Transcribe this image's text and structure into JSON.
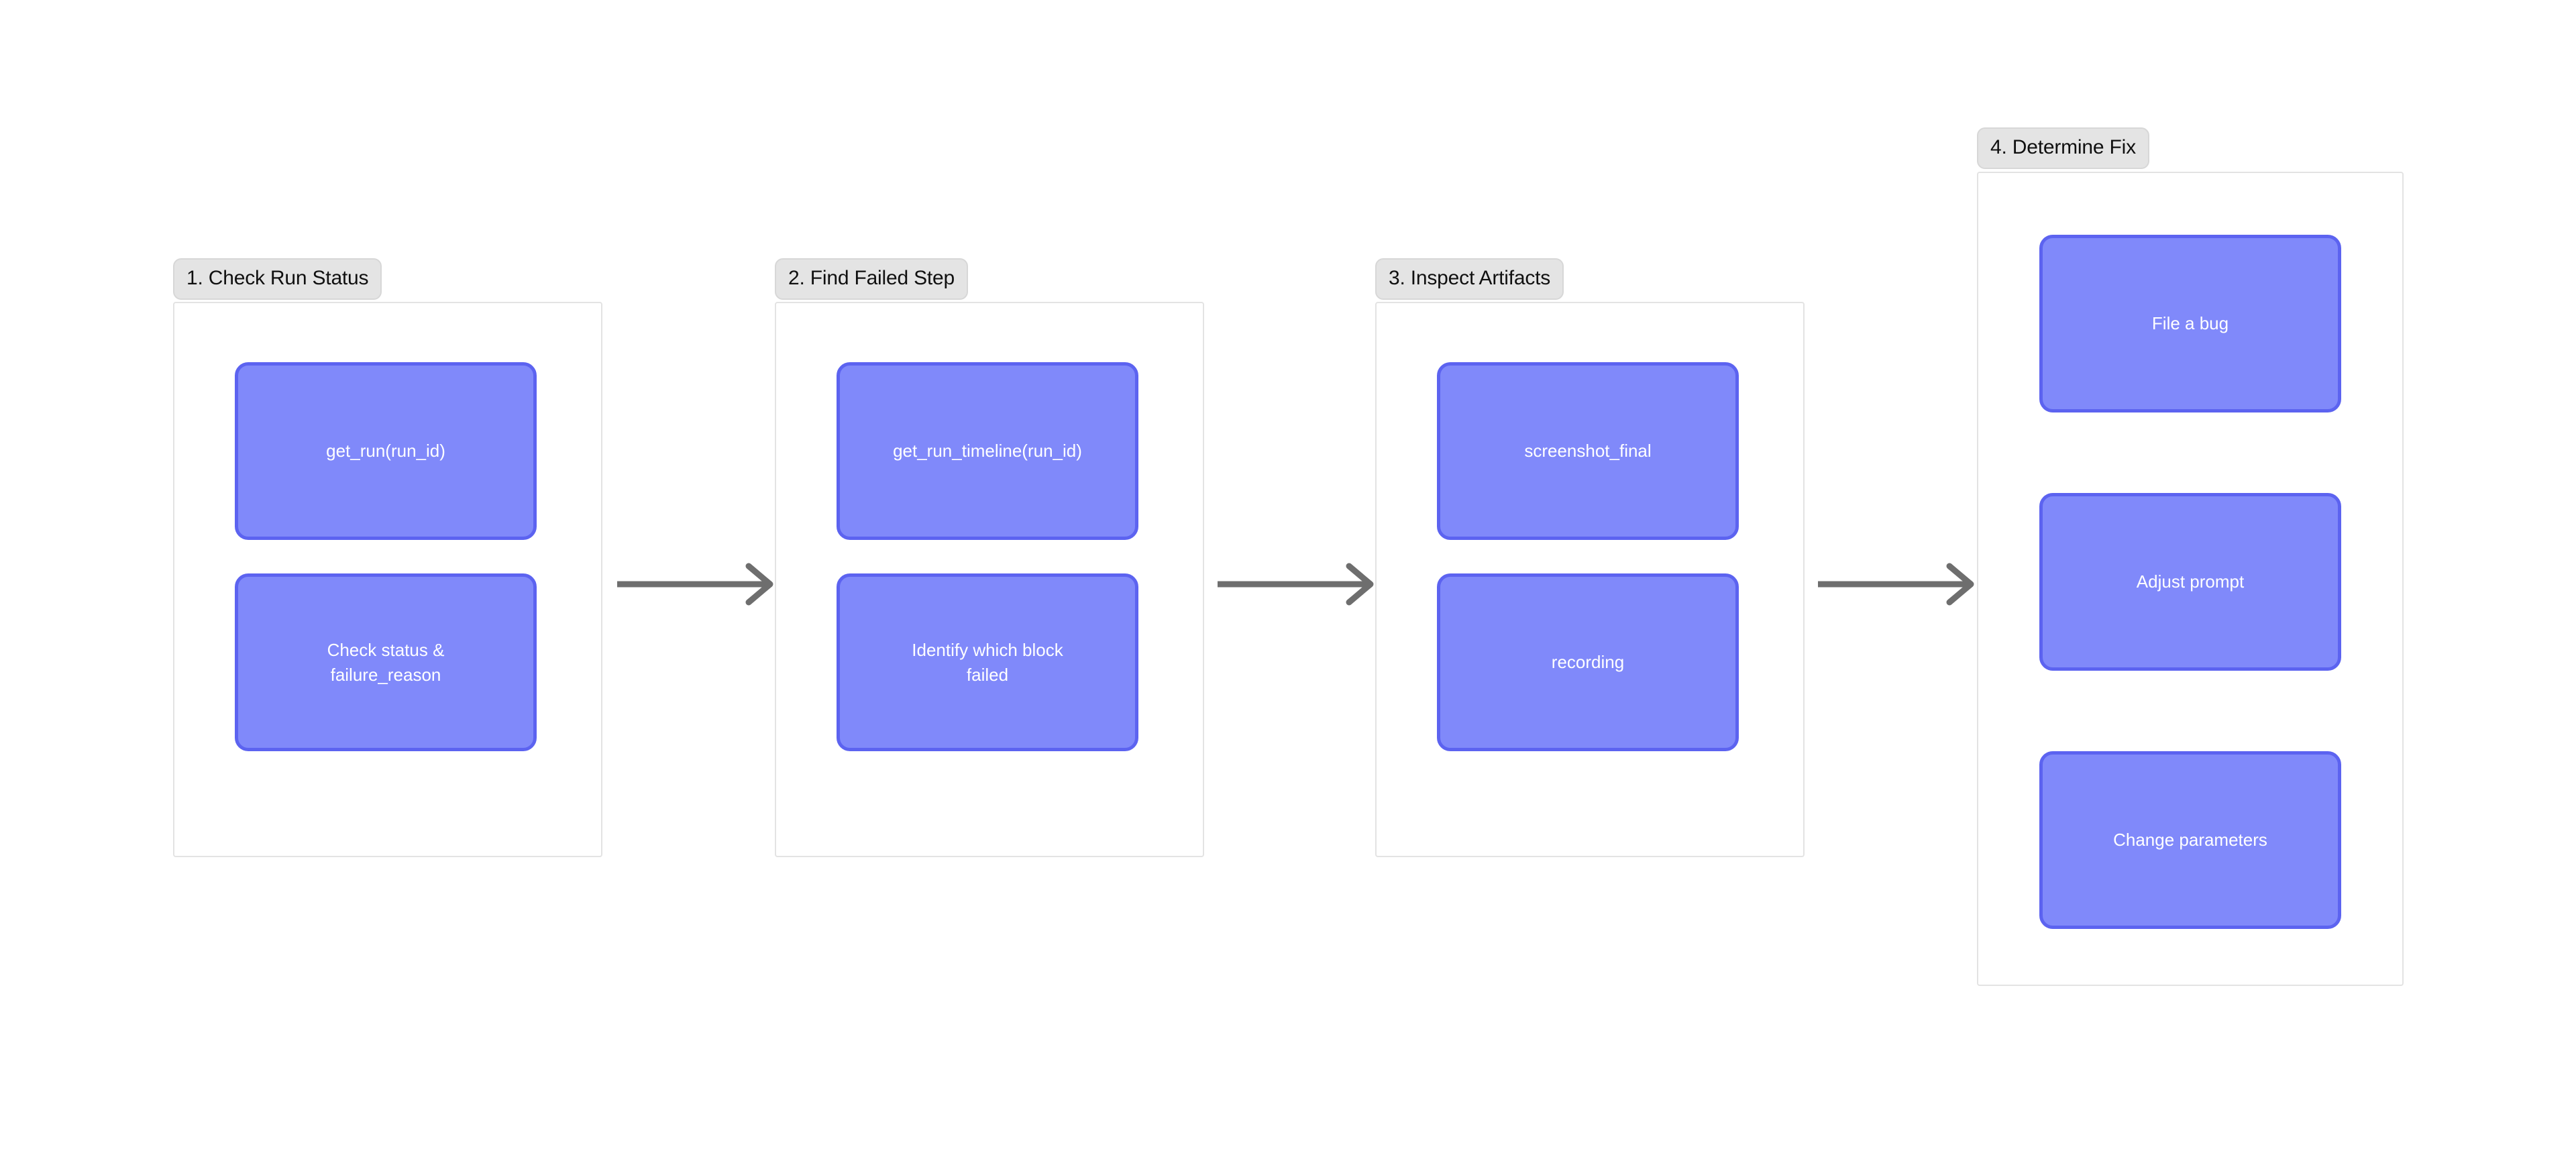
{
  "diagram": {
    "title_text": "",
    "background_color": "#ffffff",
    "node_fill_color": "#8089fa",
    "node_border_color": "#5c63f0",
    "node_text_color": "#ffffff",
    "group_label_background": "#e4e4e4",
    "group_box_border_color": "#e3e3e3",
    "arrow_color": "#6e6e6e",
    "groups": [
      {
        "id": "check-run-status",
        "label": "1. Check Run Status",
        "nodes": [
          {
            "id": "get-run",
            "label": "get_run(run_id)"
          },
          {
            "id": "check-status-failure-reason",
            "label": "Check status &\nfailure_reason"
          }
        ]
      },
      {
        "id": "find-failed-step",
        "label": "2. Find Failed Step",
        "nodes": [
          {
            "id": "get-run-timeline",
            "label": "get_run_timeline(run_id)"
          },
          {
            "id": "identify-which-block-failed",
            "label": "Identify which block\nfailed"
          }
        ]
      },
      {
        "id": "inspect-artifacts",
        "label": "3. Inspect Artifacts",
        "nodes": [
          {
            "id": "screenshot-final",
            "label": "screenshot_final"
          },
          {
            "id": "recording",
            "label": "recording"
          }
        ]
      },
      {
        "id": "determine-fix",
        "label": "4. Determine Fix",
        "nodes": [
          {
            "id": "file-a-bug",
            "label": "File a bug"
          },
          {
            "id": "adjust-prompt",
            "label": "Adjust prompt"
          },
          {
            "id": "change-parameters",
            "label": "Change parameters"
          }
        ]
      }
    ],
    "connectors": [
      {
        "id": "arrow-1-to-2",
        "from": "check-run-status",
        "to": "find-failed-step"
      },
      {
        "id": "arrow-2-to-3",
        "from": "find-failed-step",
        "to": "inspect-artifacts"
      },
      {
        "id": "arrow-3-to-4",
        "from": "inspect-artifacts",
        "to": "determine-fix"
      }
    ]
  }
}
